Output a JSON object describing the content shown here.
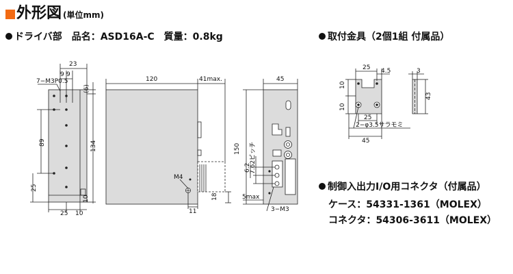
{
  "title": {
    "main": "外形図",
    "unit": "(単位mm)"
  },
  "driver_heading": "ドライバ部　品名：ASD16A-C　質量：0.8kg",
  "bracket_heading": "取付金具（2個1組 付属品）",
  "connector": {
    "heading": "制御入出力I/O用コネクタ（付属品）",
    "case_line": "ケース：54331-1361（MOLEX）",
    "connector_line": "コネクタ：54306-3611（MOLEX）"
  },
  "dims": {
    "d23": "23",
    "d9a": "9",
    "d9b": "9",
    "m3": "7−M3P0.5",
    "d6": "(6)",
    "d89": "89",
    "d134": "134",
    "d25v": "25",
    "d25h": "25",
    "d10b": "10",
    "d10r": "10",
    "d120": "120",
    "d41": "41max.",
    "m4": "M4",
    "d18": "18",
    "d11": "11",
    "d45": "45",
    "d150": "150",
    "d62": "6.2",
    "d762": "7.62ピッチ",
    "d5": "5max",
    "m3b": "3−M3",
    "b25": "25",
    "b45a": "4.5",
    "b10a": "10",
    "b10b": "10",
    "b25b": "25",
    "b35": "2−φ3.5サラモミ",
    "b45": "45",
    "b3": "3",
    "b43": "43"
  },
  "colors": {
    "accent": "#f26a13",
    "line": "#222222",
    "fill": "#dcdcdc"
  }
}
